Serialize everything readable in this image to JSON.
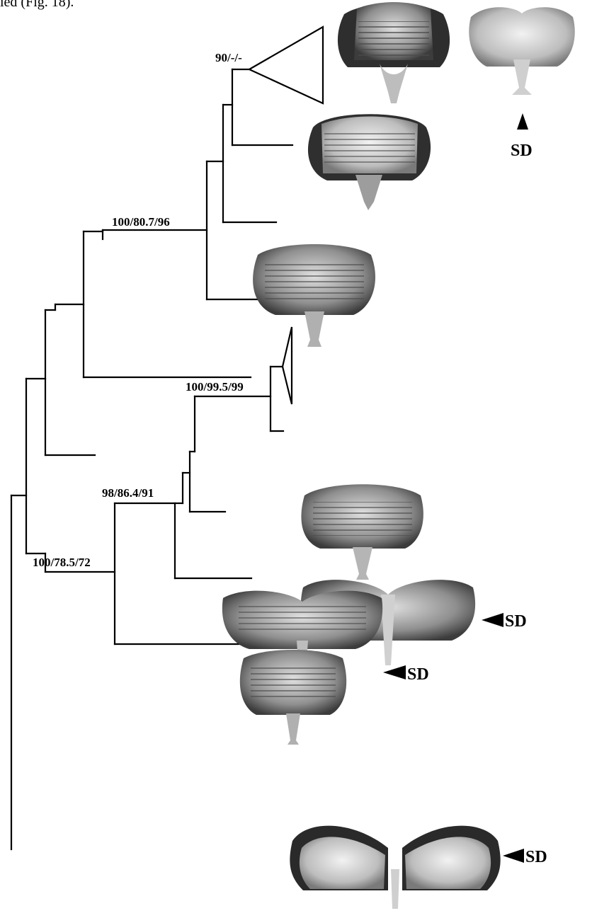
{
  "caption": "ied (Fig. 18).",
  "support_values": {
    "n1": "90/-/-",
    "n2": "100/80.7/96",
    "n3": "100/99.5/99",
    "n4": "98/86.4/91",
    "n5": "100/78.5/72"
  },
  "sd_label": "SD",
  "colors": {
    "line": "#000000",
    "specimen_light": "#d9d9d9",
    "specimen_mid": "#8c8c8c",
    "specimen_dark": "#2b2b2b"
  }
}
